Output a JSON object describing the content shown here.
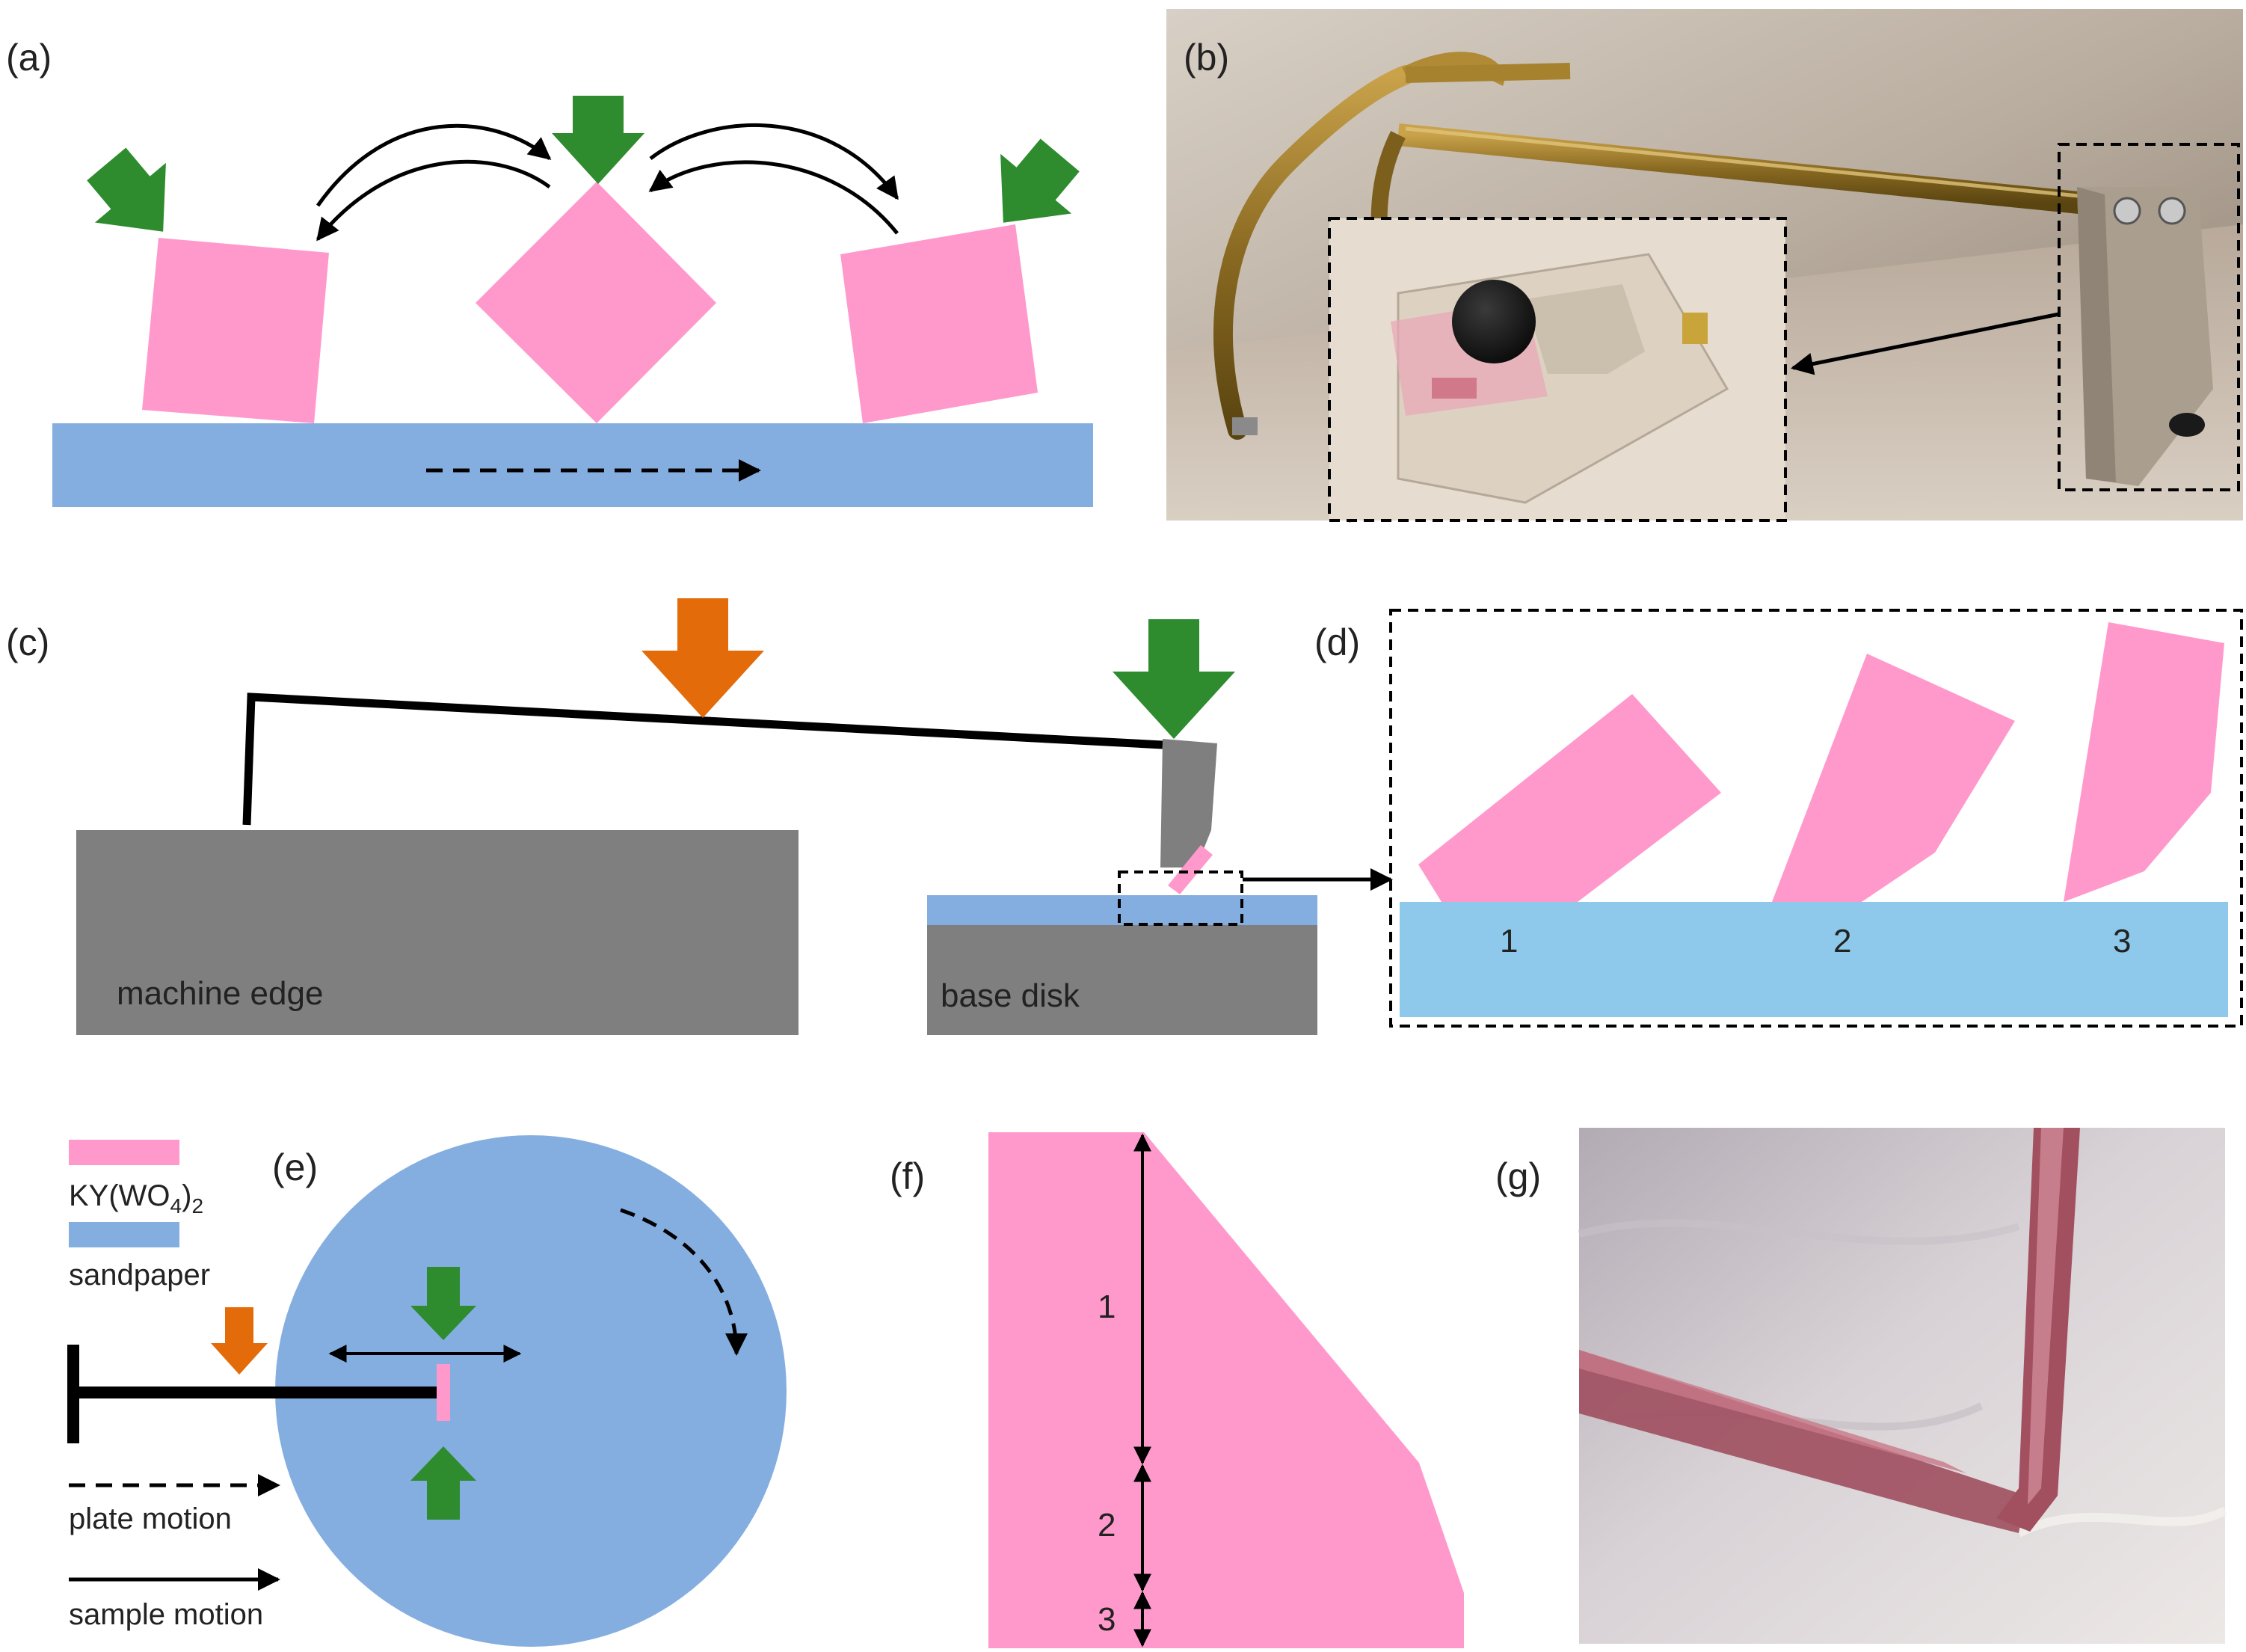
{
  "panels": {
    "a": {
      "label": "(a)"
    },
    "b": {
      "label": "(b)"
    },
    "c": {
      "label": "(c)",
      "machine_edge": "machine edge",
      "base_disk": "base disk"
    },
    "d": {
      "label": "(d)",
      "steps": [
        "1",
        "2",
        "3"
      ]
    },
    "e": {
      "label": "(e)",
      "legend": {
        "ky_prefix": "KY(WO",
        "ky_sub1": "4",
        "ky_mid": ")",
        "ky_sub2": "2",
        "sandpaper": "sandpaper",
        "plate_motion": "plate motion",
        "sample_motion": "sample motion"
      }
    },
    "f": {
      "label": "(f)",
      "segments": [
        "1",
        "2",
        "3"
      ]
    },
    "g": {
      "label": "(g)"
    }
  },
  "colors": {
    "pink": "#ff99cc",
    "blue": "#85aee0",
    "light_blue": "#8ec8ea",
    "gray": "#7f7f7f",
    "green": "#2e8b2e",
    "orange": "#e36b0a",
    "black": "#000000"
  },
  "icons": {
    "force_arrow": "block-arrow",
    "rotation_arrow": "curved-arrow",
    "motion_arrow": "dashed-arrow"
  }
}
